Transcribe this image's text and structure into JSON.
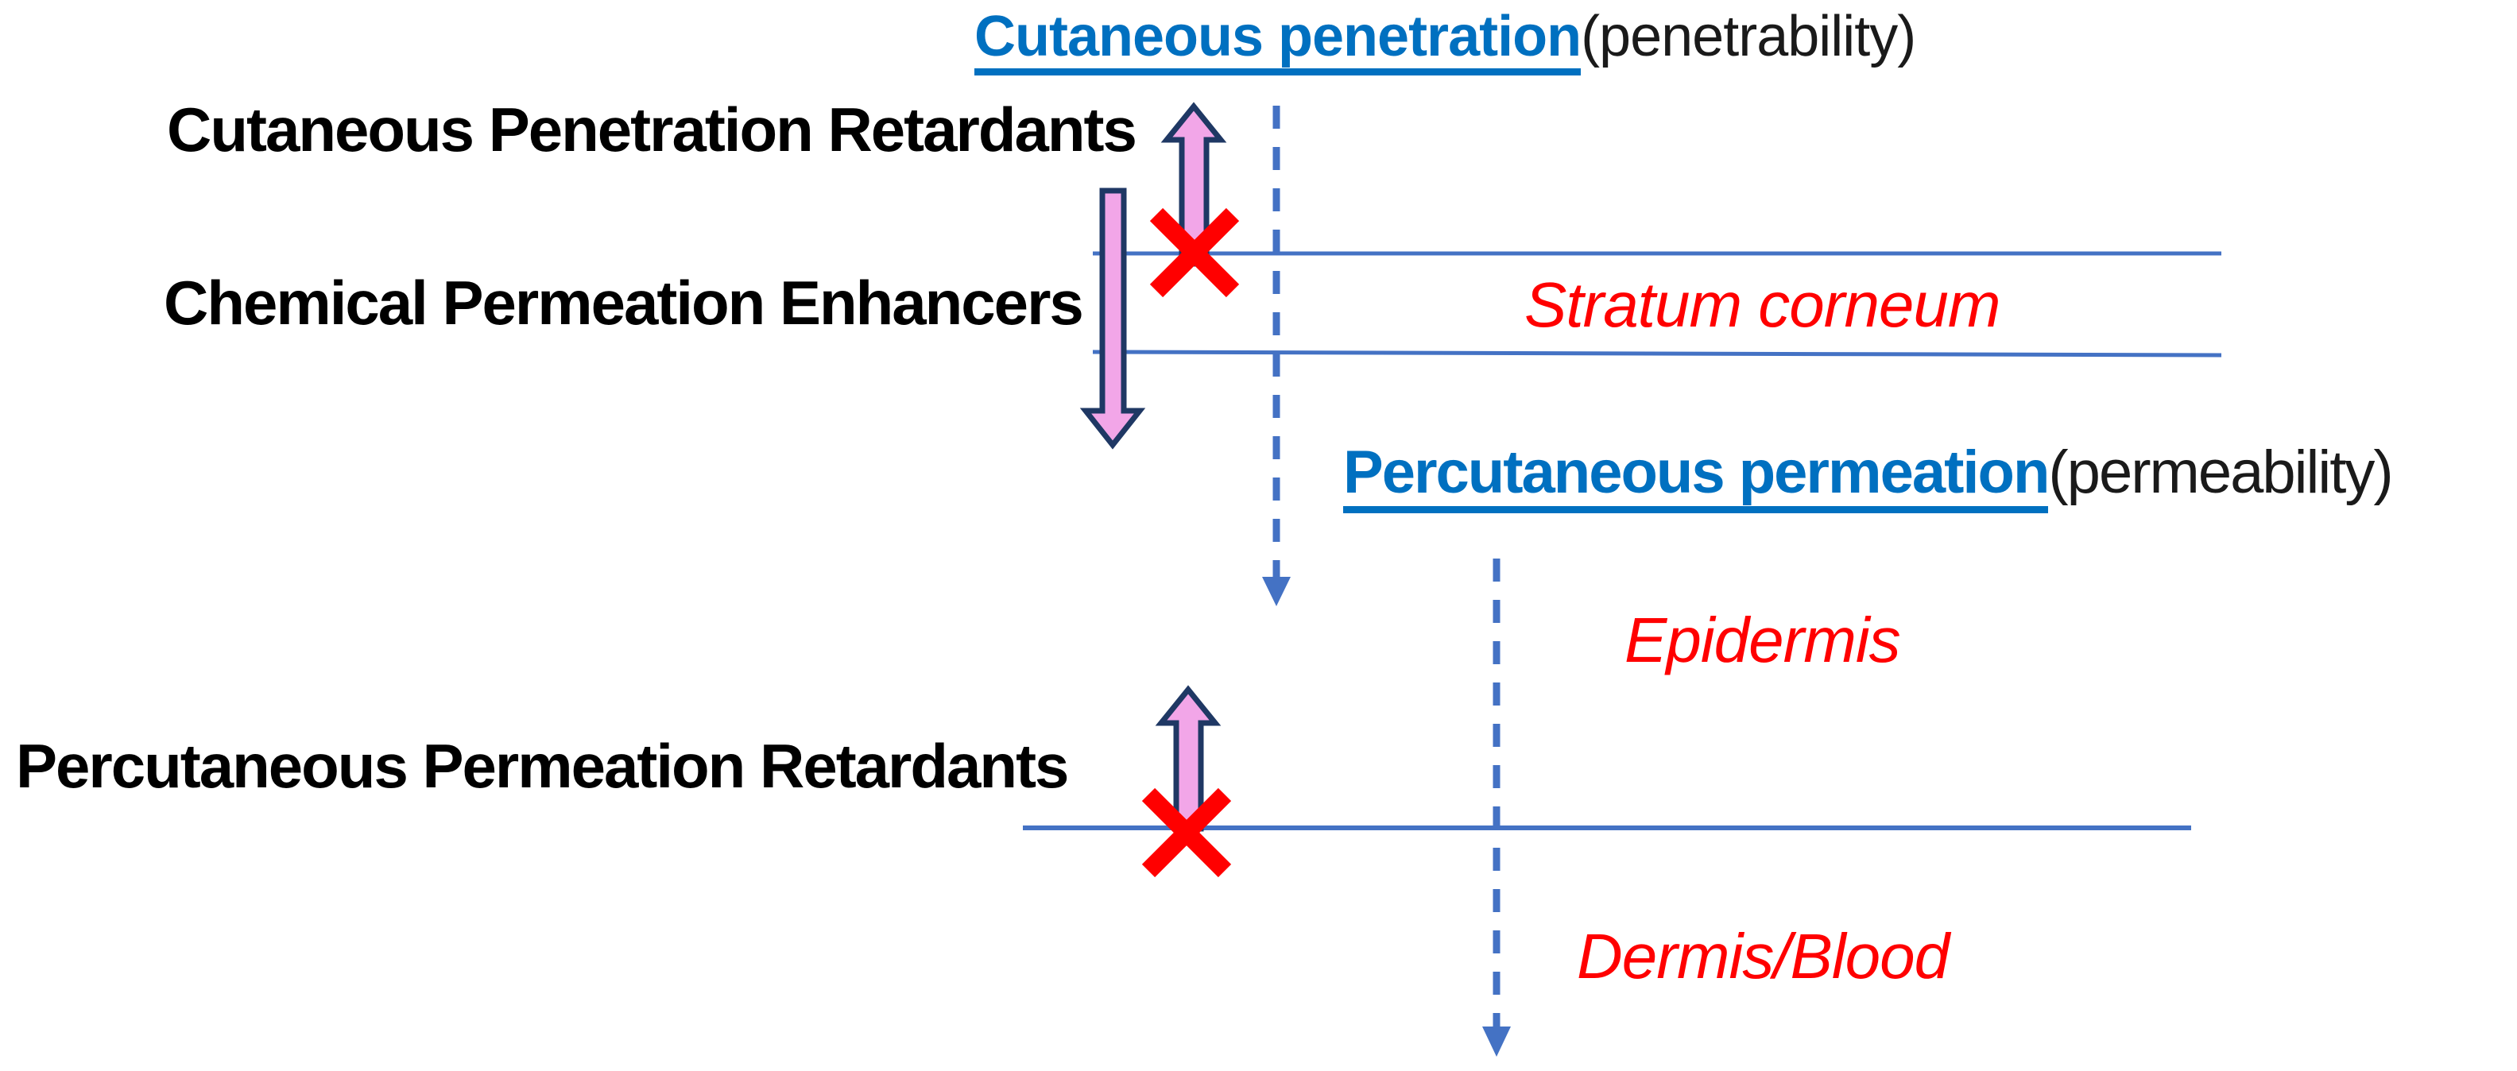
{
  "diagram": {
    "heading_top": {
      "link_text": "Cutaneous penetration ",
      "suffix_text": "(penetrability)"
    },
    "heading_mid": {
      "link_text": "Percutaneous permeation ",
      "suffix_text": "(permeability)"
    },
    "side_labels": {
      "cutaneous_retardants": "Cutaneous Penetration Retardants",
      "chemical_enhancers": "Chemical Permeation Enhancers",
      "percutaneous_retardants": "Percutaneous Permeation Retardants"
    },
    "skin_layers": {
      "stratum_corneum": "Stratum corneum",
      "epidermis": "Epidermis",
      "dermis_blood": "Dermis/Blood"
    },
    "icons": {
      "up_arrow_top": "blocked upward transport arrow",
      "down_arrow": "enhancer downward transport arrow",
      "up_arrow_bottom": "blocked upward transport arrow",
      "x_top": "red cross blocking penetration",
      "x_bottom": "red cross blocking permeation",
      "dashed_arrow_penetration": "cutaneous penetration path",
      "dashed_arrow_permeation": "percutaneous permeation path"
    },
    "colors": {
      "heading_blue": "#0070C0",
      "skin_line_blue": "#4472C4",
      "label_black": "#000000",
      "layer_red": "#FF0000",
      "block_x_red": "#FF0000",
      "arrow_pink_fill": "#F2A6E8",
      "arrow_navy_outline": "#1F3864",
      "background": "#FFFFFF"
    }
  }
}
